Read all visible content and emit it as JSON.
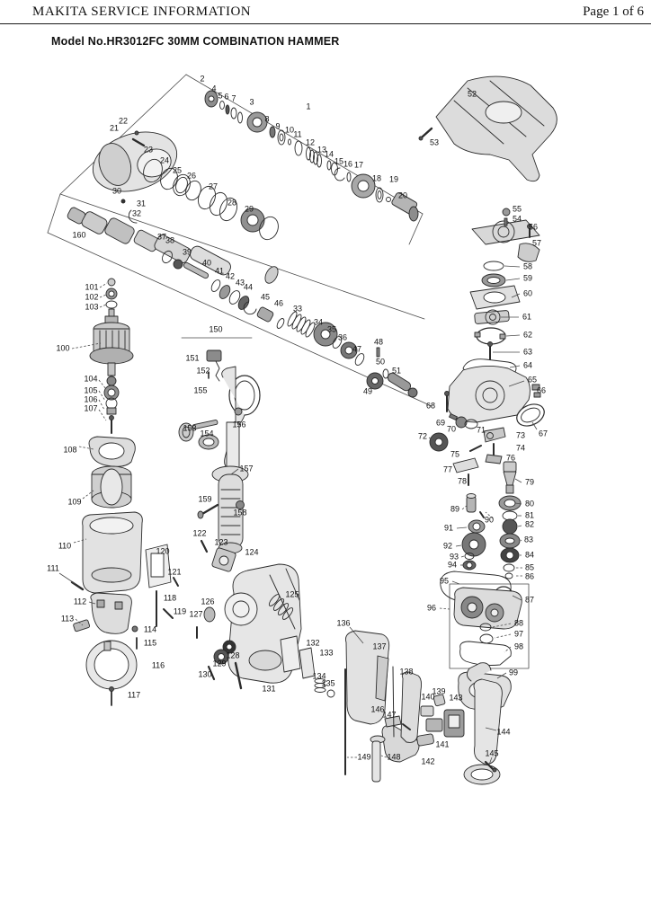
{
  "header": {
    "left": "MAKITA SERVICE INFORMATION",
    "right": "Page 1 of 6"
  },
  "title": "Model No.HR3012FC 30MM COMBINATION HAMMER",
  "diagram": {
    "description": "Exploded parts view with numbered callouts 1-160",
    "labels": [
      [
        "1",
        343,
        119
      ],
      [
        "2",
        225,
        88
      ],
      [
        "3",
        280,
        114
      ],
      [
        "4",
        238,
        99
      ],
      [
        "5",
        245,
        107
      ],
      [
        "6",
        252,
        108
      ],
      [
        "7",
        260,
        110
      ],
      [
        "8",
        297,
        133
      ],
      [
        "9",
        309,
        141
      ],
      [
        "10",
        322,
        145
      ],
      [
        "11",
        331,
        150
      ],
      [
        "12",
        345,
        159
      ],
      [
        "13",
        358,
        167
      ],
      [
        "14",
        366,
        172
      ],
      [
        "15",
        377,
        180
      ],
      [
        "16",
        387,
        183
      ],
      [
        "17",
        399,
        184
      ],
      [
        "18",
        419,
        199
      ],
      [
        "19",
        438,
        200
      ],
      [
        "20",
        448,
        218
      ],
      [
        "21",
        127,
        143
      ],
      [
        "22",
        137,
        135
      ],
      [
        "23",
        165,
        167
      ],
      [
        "24",
        183,
        179
      ],
      [
        "25",
        197,
        190
      ],
      [
        "26",
        213,
        196
      ],
      [
        "27",
        237,
        208
      ],
      [
        "28",
        258,
        226
      ],
      [
        "29",
        277,
        233
      ],
      [
        "30",
        130,
        213
      ],
      [
        "31",
        157,
        227
      ],
      [
        "32",
        152,
        238
      ],
      [
        "33",
        331,
        344
      ],
      [
        "34",
        354,
        359
      ],
      [
        "35",
        369,
        367
      ],
      [
        "36",
        381,
        376
      ],
      [
        "37",
        180,
        264
      ],
      [
        "38",
        189,
        268
      ],
      [
        "39",
        208,
        281
      ],
      [
        "40",
        230,
        293
      ],
      [
        "41",
        244,
        302
      ],
      [
        "42",
        256,
        308
      ],
      [
        "43",
        267,
        315
      ],
      [
        "44",
        276,
        320
      ],
      [
        "45",
        295,
        331
      ],
      [
        "46",
        310,
        338
      ],
      [
        "47",
        397,
        389
      ],
      [
        "48",
        421,
        381
      ],
      [
        "49",
        409,
        436
      ],
      [
        "50",
        423,
        403
      ],
      [
        "51",
        441,
        413
      ],
      [
        "52",
        525,
        105
      ],
      [
        "53",
        483,
        159
      ],
      [
        "54",
        575,
        244
      ],
      [
        "55",
        575,
        233
      ],
      [
        "56",
        593,
        253
      ],
      [
        "57",
        597,
        271
      ],
      [
        "58",
        587,
        297
      ],
      [
        "59",
        587,
        310
      ],
      [
        "60",
        587,
        327
      ],
      [
        "61",
        586,
        353
      ],
      [
        "62",
        587,
        373
      ],
      [
        "63",
        587,
        392
      ],
      [
        "64",
        587,
        407
      ],
      [
        "65",
        592,
        423
      ],
      [
        "66",
        602,
        435
      ],
      [
        "67",
        604,
        483
      ],
      [
        "68",
        479,
        452
      ],
      [
        "69",
        490,
        471
      ],
      [
        "70",
        502,
        478
      ],
      [
        "71",
        535,
        479
      ],
      [
        "72",
        470,
        486
      ],
      [
        "73",
        579,
        485
      ],
      [
        "74",
        579,
        499
      ],
      [
        "75",
        506,
        506
      ],
      [
        "76",
        568,
        510
      ],
      [
        "77",
        498,
        523
      ],
      [
        "78",
        514,
        536
      ],
      [
        "79",
        589,
        537
      ],
      [
        "80",
        589,
        561
      ],
      [
        "81",
        589,
        574
      ],
      [
        "82",
        589,
        584
      ],
      [
        "83",
        588,
        601
      ],
      [
        "84",
        589,
        618
      ],
      [
        "85",
        589,
        632
      ],
      [
        "86",
        589,
        642
      ],
      [
        "87",
        589,
        668
      ],
      [
        "88",
        577,
        694
      ],
      [
        "89",
        506,
        567
      ],
      [
        "90",
        544,
        579
      ],
      [
        "91",
        499,
        588
      ],
      [
        "92",
        498,
        608
      ],
      [
        "93",
        505,
        620
      ],
      [
        "94",
        503,
        629
      ],
      [
        "95",
        494,
        647
      ],
      [
        "96",
        480,
        677
      ],
      [
        "97",
        577,
        706
      ],
      [
        "98",
        577,
        720
      ],
      [
        "99",
        571,
        749
      ],
      [
        "100",
        70,
        388
      ],
      [
        "101",
        102,
        320
      ],
      [
        "102",
        102,
        331
      ],
      [
        "103",
        102,
        342
      ],
      [
        "104",
        101,
        422
      ],
      [
        "105",
        101,
        435
      ],
      [
        "106",
        101,
        445
      ],
      [
        "107",
        101,
        455
      ],
      [
        "108",
        78,
        501
      ],
      [
        "109",
        83,
        559
      ],
      [
        "110",
        72,
        608
      ],
      [
        "111",
        59,
        633
      ],
      [
        "112",
        89,
        670
      ],
      [
        "113",
        75,
        689
      ],
      [
        "114",
        167,
        701
      ],
      [
        "115",
        167,
        716
      ],
      [
        "116",
        176,
        741
      ],
      [
        "117",
        149,
        774
      ],
      [
        "118",
        189,
        666
      ],
      [
        "119",
        200,
        681
      ],
      [
        "120",
        181,
        614
      ],
      [
        "121",
        194,
        637
      ],
      [
        "122",
        222,
        594
      ],
      [
        "123",
        246,
        604
      ],
      [
        "124",
        280,
        615
      ],
      [
        "125",
        325,
        662
      ],
      [
        "126",
        231,
        670
      ],
      [
        "127",
        218,
        684
      ],
      [
        "128",
        259,
        730
      ],
      [
        "129",
        244,
        739
      ],
      [
        "130",
        228,
        751
      ],
      [
        "131",
        299,
        767
      ],
      [
        "132",
        348,
        716
      ],
      [
        "133",
        363,
        727
      ],
      [
        "134",
        355,
        753
      ],
      [
        "135",
        365,
        761
      ],
      [
        "136",
        382,
        694
      ],
      [
        "137",
        422,
        720
      ],
      [
        "138",
        452,
        748
      ],
      [
        "139",
        488,
        770
      ],
      [
        "140",
        476,
        776
      ],
      [
        "141",
        492,
        829
      ],
      [
        "142",
        476,
        848
      ],
      [
        "143",
        507,
        777
      ],
      [
        "144",
        560,
        815
      ],
      [
        "145",
        547,
        839
      ],
      [
        "146",
        420,
        790
      ],
      [
        "147",
        433,
        796
      ],
      [
        "148",
        438,
        843
      ],
      [
        "149",
        405,
        843
      ],
      [
        "150",
        240,
        367
      ],
      [
        "151",
        214,
        399
      ],
      [
        "152",
        226,
        413
      ],
      [
        "153",
        211,
        477
      ],
      [
        "154",
        230,
        483
      ],
      [
        "155",
        223,
        435
      ],
      [
        "156",
        266,
        473
      ],
      [
        "157",
        274,
        522
      ],
      [
        "158",
        267,
        571
      ],
      [
        "159",
        228,
        556
      ],
      [
        "160",
        88,
        262
      ]
    ],
    "leaders": [
      [
        80,
        388,
        112,
        382,
        1
      ],
      [
        111,
        320,
        119,
        315,
        1
      ],
      [
        111,
        331,
        118,
        328,
        1
      ],
      [
        111,
        342,
        118,
        339,
        1
      ],
      [
        110,
        423,
        118,
        433,
        1
      ],
      [
        110,
        435,
        117,
        446,
        1
      ],
      [
        110,
        445,
        116,
        456,
        1
      ],
      [
        110,
        456,
        118,
        468,
        1
      ],
      [
        88,
        497,
        104,
        500,
        1
      ],
      [
        92,
        555,
        104,
        546,
        1
      ],
      [
        82,
        604,
        96,
        600,
        1
      ],
      [
        66,
        638,
        84,
        650,
        0
      ],
      [
        99,
        670,
        106,
        672,
        0
      ],
      [
        84,
        689,
        92,
        696,
        1
      ],
      [
        578,
        297,
        561,
        296,
        0
      ],
      [
        578,
        310,
        563,
        312,
        0
      ],
      [
        578,
        327,
        569,
        331,
        0
      ],
      [
        577,
        353,
        557,
        353,
        0
      ],
      [
        578,
        373,
        563,
        374,
        0
      ],
      [
        578,
        392,
        548,
        392,
        0
      ],
      [
        578,
        407,
        567,
        409,
        0
      ],
      [
        583,
        424,
        566,
        430,
        0
      ],
      [
        597,
        478,
        592,
        470,
        0
      ],
      [
        580,
        537,
        573,
        533,
        0
      ],
      [
        580,
        561,
        573,
        560,
        0
      ],
      [
        580,
        574,
        576,
        574,
        0
      ],
      [
        580,
        585,
        576,
        586,
        0
      ],
      [
        580,
        601,
        579,
        602,
        0
      ],
      [
        580,
        618,
        578,
        618,
        0
      ],
      [
        581,
        632,
        573,
        632,
        1
      ],
      [
        581,
        641,
        572,
        641,
        1
      ],
      [
        580,
        668,
        570,
        663,
        0
      ],
      [
        568,
        694,
        548,
        698,
        1
      ],
      [
        568,
        706,
        550,
        710,
        1
      ],
      [
        568,
        720,
        561,
        726,
        1
      ],
      [
        563,
        749,
        553,
        755,
        0
      ],
      [
        489,
        677,
        500,
        678,
        1
      ],
      [
        477,
        487,
        482,
        490,
        1
      ],
      [
        503,
        647,
        511,
        650,
        0
      ],
      [
        508,
        588,
        519,
        587,
        0
      ],
      [
        507,
        608,
        513,
        607,
        0
      ],
      [
        513,
        620,
        516,
        619,
        0
      ],
      [
        512,
        629,
        515,
        629,
        0
      ],
      [
        514,
        567,
        520,
        562,
        1
      ],
      [
        548,
        577,
        540,
        570,
        1
      ],
      [
        265,
        522,
        257,
        528,
        0
      ],
      [
        389,
        698,
        404,
        716,
        0
      ],
      [
        552,
        813,
        540,
        810,
        0
      ],
      [
        547,
        843,
        544,
        851,
        0
      ],
      [
        430,
        843,
        424,
        841,
        1
      ],
      [
        397,
        843,
        386,
        843,
        1
      ]
    ]
  }
}
